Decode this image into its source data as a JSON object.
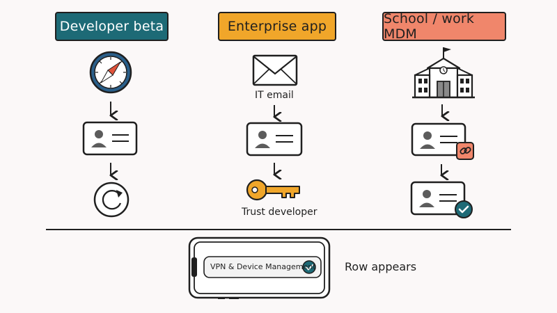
{
  "columns": [
    {
      "title": "Developer beta",
      "caption": ""
    },
    {
      "title": "Enterprise app",
      "top_caption": "IT email",
      "bottom_caption": "Trust developer"
    },
    {
      "title": "School / work MDM"
    }
  ],
  "phone": {
    "row_label": "VPN & Device Management",
    "side_note": "Row appears"
  },
  "colors": {
    "teal": "#1d6a76",
    "orange": "#f0a62a",
    "salmon": "#f0866b",
    "ink": "#1f1f1f"
  }
}
